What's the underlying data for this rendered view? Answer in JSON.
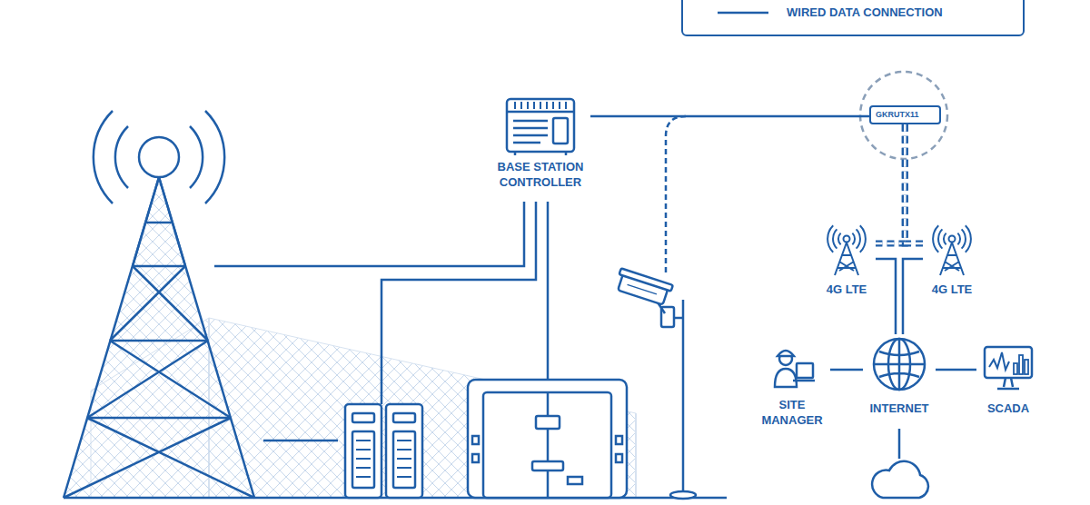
{
  "diagram": {
    "nodes": [
      {
        "text": [
          "BASE STATION CONTROLLER"
        ]
      },
      {
        "text": [
          "GKRUTX11"
        ]
      },
      {
        "text": [
          "4G LTE"
        ]
      },
      {
        "text": [
          "4G LTE"
        ]
      },
      {
        "text": [
          "SITE MANAGER"
        ]
      },
      {
        "text": [
          "INTERNET"
        ]
      },
      {
        "text": [
          "SCADA"
        ]
      }
    ],
    "edges": [
      {
        "from": 0,
        "to": 1,
        "arrow": "none"
      },
      {
        "from": 1,
        "to": 2,
        "arrow": "none"
      },
      {
        "from": 1,
        "to": 3,
        "arrow": "none"
      },
      {
        "from": 2,
        "to": 5,
        "arrow": "none"
      },
      {
        "from": 3,
        "to": 5,
        "arrow": "none"
      },
      {
        "from": 4,
        "to": 5,
        "arrow": "none"
      },
      {
        "from": 5,
        "to": 6,
        "arrow": "none"
      }
    ],
    "legend": [
      {
        "text": "WIRED DATA CONNECTION"
      }
    ]
  }
}
